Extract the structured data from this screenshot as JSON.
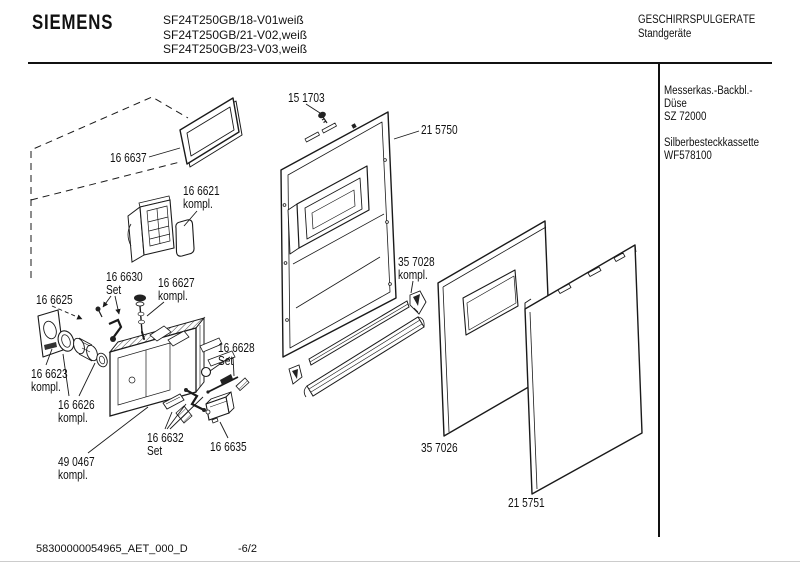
{
  "header": {
    "brand": "SIEMENS",
    "models": [
      "SF24T250GB/18-V01weiß",
      "SF24T250GB/21-V02,weiß",
      "SF24T250GB/23-V03,weiß"
    ],
    "category": "GESCHIRRSPÜLGERÄTE",
    "subcategory": "Standgeräte"
  },
  "side_panel": {
    "lines": [
      "Messerkas.-Backbl.-",
      "Düse",
      "SZ 72000",
      "Silberbesteckkassette",
      "WF578100"
    ]
  },
  "diagram": {
    "parts": [
      {
        "label": "15 1703",
        "sub": ""
      },
      {
        "label": "21 5750",
        "sub": ""
      },
      {
        "label": "16 6637",
        "sub": ""
      },
      {
        "label": "16 6621",
        "sub": "kompl."
      },
      {
        "label": "16 6630",
        "sub": "Set"
      },
      {
        "label": "16 6627",
        "sub": "kompl."
      },
      {
        "label": "16 6625",
        "sub": ""
      },
      {
        "label": "16 6623",
        "sub": "kompl."
      },
      {
        "label": "16 6626",
        "sub": "kompl."
      },
      {
        "label": "16 6628",
        "sub": "Set"
      },
      {
        "label": "16 6632",
        "sub": "Set"
      },
      {
        "label": "16 6635",
        "sub": ""
      },
      {
        "label": "49 0467",
        "sub": "kompl."
      },
      {
        "label": "35 7028",
        "sub": "kompl."
      },
      {
        "label": "35 7026",
        "sub": ""
      },
      {
        "label": "21 5751",
        "sub": ""
      }
    ]
  },
  "footer": {
    "document_code": "58300000054965_AET_000_D",
    "page": "-6/2"
  },
  "colors": {
    "line": "#1a1a1a",
    "background": "#ffffff"
  }
}
